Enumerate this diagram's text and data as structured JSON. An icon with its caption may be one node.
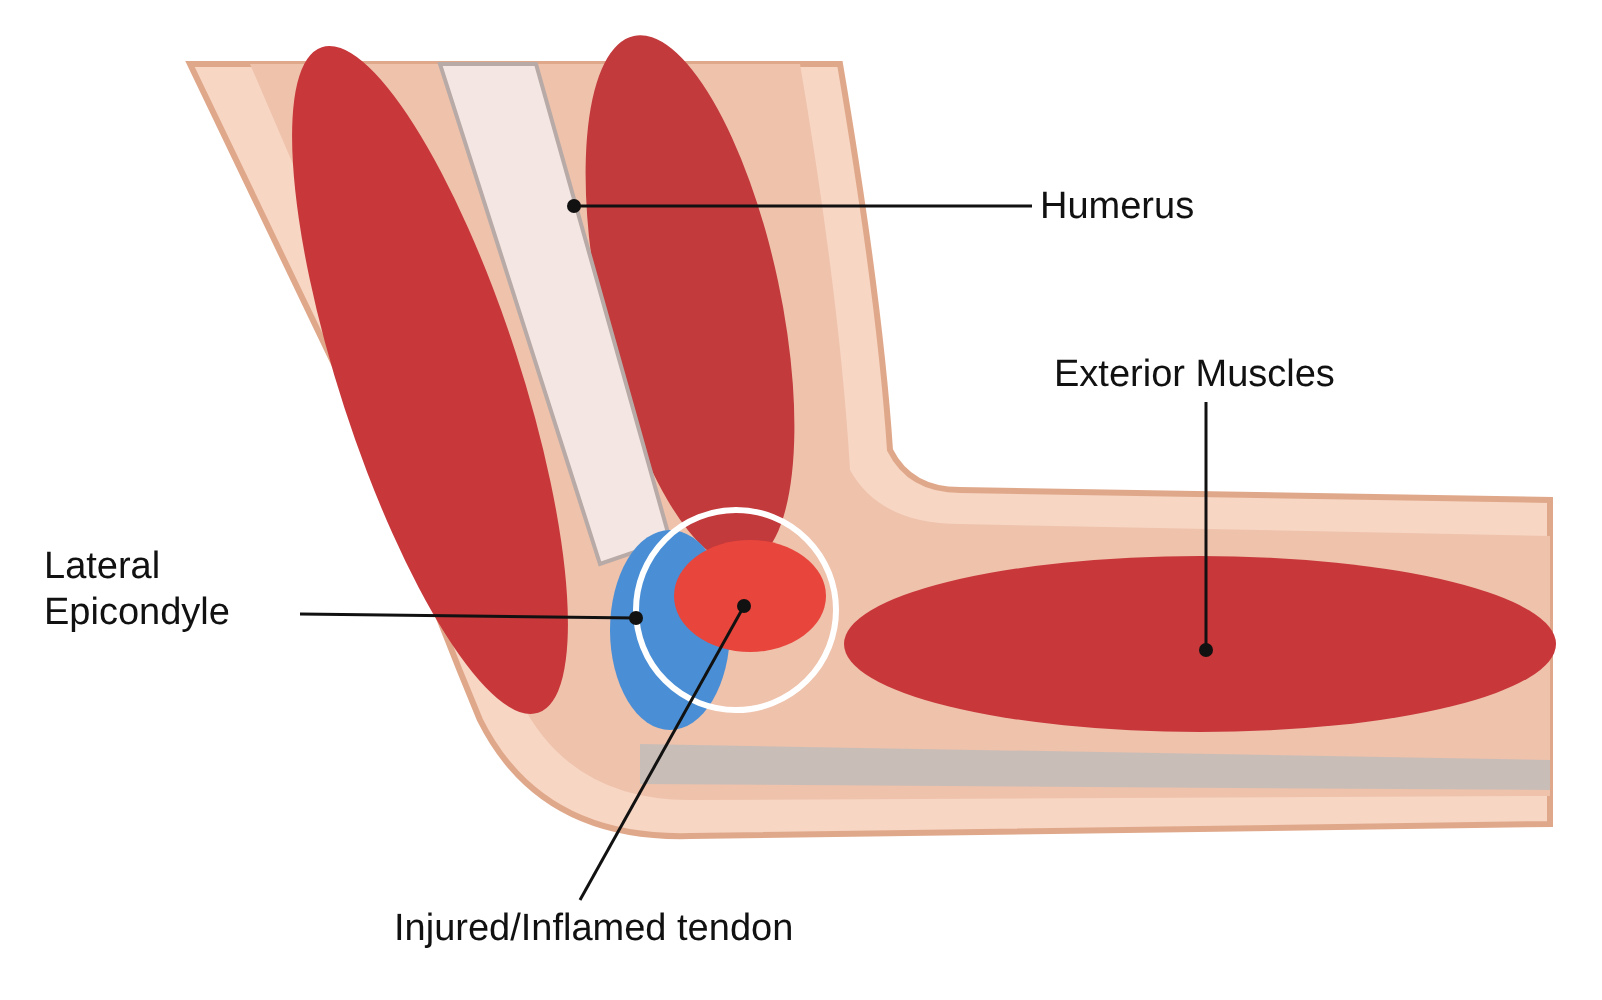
{
  "diagram": {
    "nodes": [
      {
        "text": [
          "Humerus"
        ]
      },
      {
        "text": [
          "Exterior Muscles"
        ]
      },
      {
        "text": [
          "Lateral Epicondyle"
        ]
      },
      {
        "text": [
          "Injured/Inflamed tendon"
        ]
      },
      {
        "text": [],
        "shape": "bar"
      },
      {
        "text": [],
        "shape": "circle"
      },
      {
        "text": [],
        "shape": "circle"
      },
      {
        "text": [],
        "shape": "circle"
      }
    ],
    "edges": [
      {
        "from": 0,
        "to": 4,
        "arrow": "other"
      },
      {
        "from": 1,
        "to": 5,
        "arrow": "other"
      },
      {
        "from": 2,
        "to": 6,
        "arrow": "other"
      },
      {
        "from": 3,
        "to": 7,
        "arrow": "other"
      }
    ]
  }
}
